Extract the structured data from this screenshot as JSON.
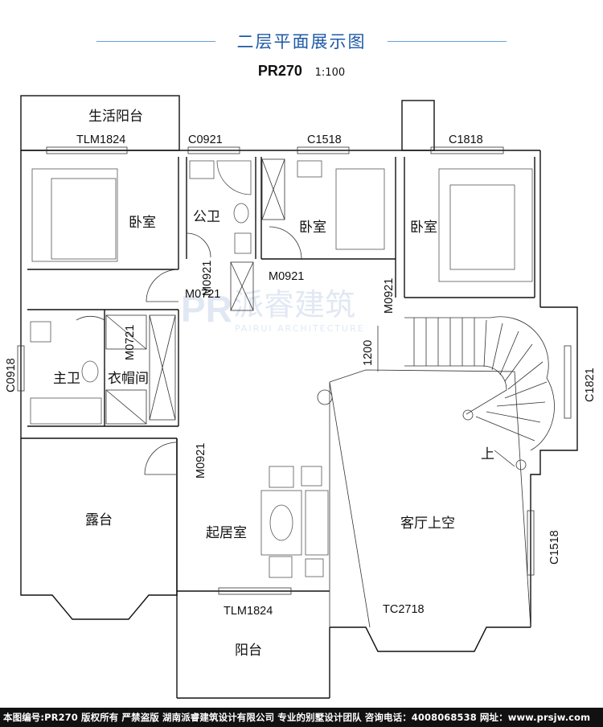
{
  "header": {
    "title": "二层平面展示图",
    "plan_code": "PR270",
    "scale": "1:100"
  },
  "rooms": {
    "living_balcony": "生活阳台",
    "bedroom_left": "卧室",
    "public_bath": "公卫",
    "bedroom_middle": "卧室",
    "bedroom_right": "卧室",
    "master_bath": "主卫",
    "closet": "衣帽间",
    "terrace": "露台",
    "living_room": "起居室",
    "hall_void": "客厅上空",
    "balcony": "阳台",
    "stair_up": "上"
  },
  "openings": {
    "tlm_top": "TLM1824",
    "c0921": "C0921",
    "c1518_top": "C1518",
    "c1818": "C1818",
    "c0918": "C0918",
    "m0921_a": "M0921",
    "m0721_a": "M0721",
    "m0921_b": "M0921",
    "m0921_c": "M0921",
    "m0721_b": "M0721",
    "m0921_d": "M0921",
    "c1821": "C1821",
    "c1518_right": "C1518",
    "tlm_bottom": "TLM1824",
    "tc2718": "TC2718",
    "dim_1200": "1200"
  },
  "watermark": {
    "name": "派睿建筑",
    "sub": "PAIRUI ARCHITECTURE"
  },
  "footer": {
    "text": "本图编号:PR270 版权所有 严禁盗版 湖南派睿建筑设计有限公司 专业的别墅设计团队 咨询电话：4008068538 网址：www.prsjw.com"
  },
  "colors": {
    "title": "#1f5aa6",
    "title_line": "#6aa0d8",
    "footer_bg": "#111111",
    "watermark": "#c9d7ea"
  }
}
